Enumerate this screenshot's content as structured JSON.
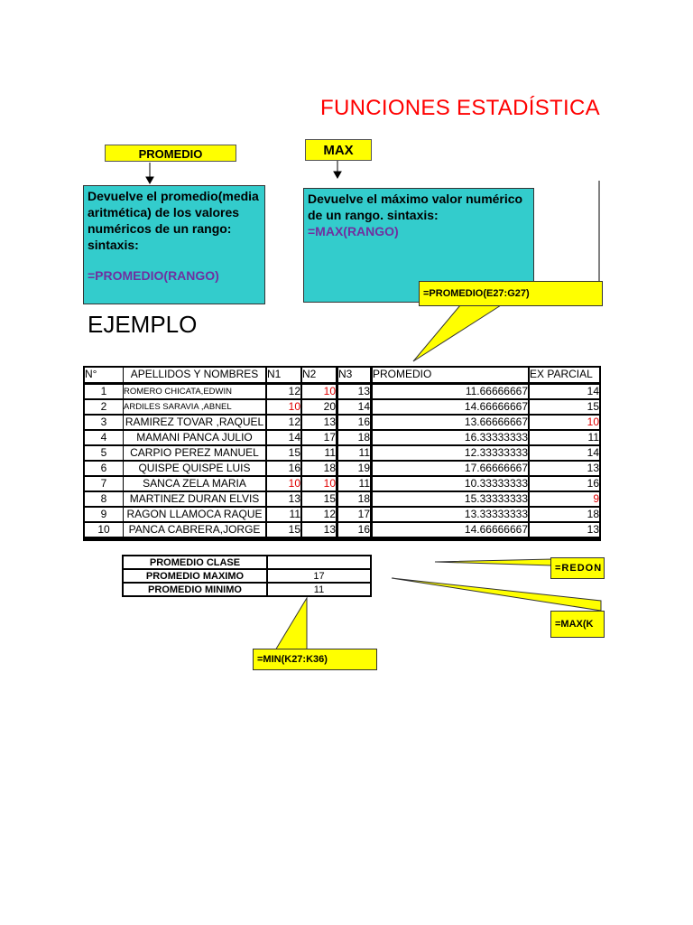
{
  "title": "FUNCIONES  ESTADÍSTICA",
  "promedio": {
    "label": "PROMEDIO",
    "desc": "Devuelve el promedio(media aritmética) de los valores numéricos de un rango: sintaxis:",
    "syntax": "=PROMEDIO(RANGO)"
  },
  "max": {
    "label": "MAX",
    "desc": "Devuelve  el máximo valor numérico de un rango. sintaxis:",
    "syntax": "=MAX(RANGO)"
  },
  "callouts": {
    "promedio_formula": "=PROMEDIO(E27:G27)",
    "redondear": "=REDON",
    "max_formula": "=MAX(K",
    "min_formula": "=MIN(K27:K36)"
  },
  "ejemplo": "EJEMPLO",
  "table": {
    "headers": [
      "N°",
      "APELLIDOS Y NOMBRES",
      "N1",
      "N2",
      "N3",
      "PROMEDIO",
      "EX PARCIAL"
    ],
    "rows": [
      [
        "1",
        "ROMERO CHICATA,EDWIN",
        "12",
        "10",
        "13",
        "11.66666667",
        "14"
      ],
      [
        "2",
        "ARDILES SARAVIA ,ABNEL",
        "10",
        "20",
        "14",
        "14.66666667",
        "15"
      ],
      [
        "3",
        "RAMIREZ TOVAR ,RAQUEL",
        "12",
        "13",
        "16",
        "13.66666667",
        "10"
      ],
      [
        "4",
        "MAMANI PANCA JULIO",
        "14",
        "17",
        "18",
        "16.33333333",
        "11"
      ],
      [
        "5",
        "CARPIO PEREZ MANUEL",
        "15",
        "11",
        "11",
        "12.33333333",
        "14"
      ],
      [
        "6",
        "QUISPE QUISPE LUIS",
        "16",
        "18",
        "19",
        "17.66666667",
        "13"
      ],
      [
        "7",
        "SANCA ZELA  MARIA",
        "10",
        "10",
        "11",
        "10.33333333",
        "16"
      ],
      [
        "8",
        "MARTINEZ DURAN ELVIS",
        "13",
        "15",
        "18",
        "15.33333333",
        "9"
      ],
      [
        "9",
        "RAGON LLAMOCA RAQUE",
        "11",
        "12",
        "17",
        "13.33333333",
        "18"
      ],
      [
        "10",
        "PANCA CABRERA,JORGE",
        "15",
        "13",
        "16",
        "14.66666667",
        "13"
      ]
    ],
    "red_threshold": 10,
    "red_color": "#e00000"
  },
  "summary": [
    {
      "label": "PROMEDIO CLASE",
      "value": ""
    },
    {
      "label": "PROMEDIO MAXIMO",
      "value": "17"
    },
    {
      "label": "PROMEDIO MINIMO",
      "value": "11"
    }
  ]
}
